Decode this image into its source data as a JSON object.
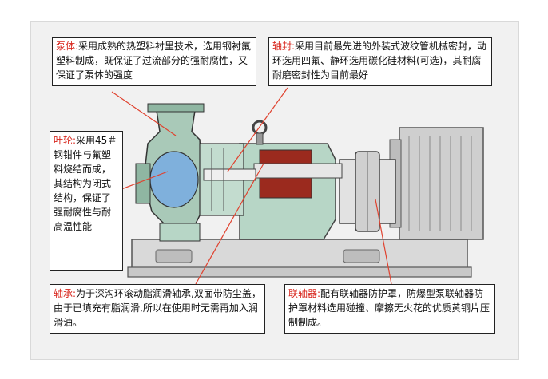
{
  "callouts": {
    "pump_body": {
      "keyword": "泵体:",
      "text": "采用成熟的热塑料衬里技术，选用钢衬氟塑料制成，既保证了过流部分的强耐腐性，又保证了泵体的强度"
    },
    "seal": {
      "keyword": "轴封:",
      "text": "采用目前最先进的外装式波纹管机械密封，动环选用四氟、静环选用碳化硅材料(可选)，其耐腐耐磨密封性为目前最好"
    },
    "impeller": {
      "keyword": "叶轮:",
      "text": "采用45＃钢钳件与氟塑料烧结而成，其结构为闭式结构，保证了强耐腐性与耐高温性能"
    },
    "bearing": {
      "keyword": "轴承:",
      "text": "为于深沟环滚动脂润滑轴承,双面带防尘盖，由于已填充有脂润滑,所以在使用时无需再加入润滑油。"
    },
    "coupling": {
      "keyword": "联轴器:",
      "text": "配有联轴器防护罩，防爆型泵联轴器防护罩材料选用碰撞、摩擦无火花的优质黄铜片压制制成。"
    }
  },
  "colors": {
    "keyword": "#d8261d",
    "leader": "#e0422f",
    "pump_green": "#a9c9b8",
    "bearing_red": "#9b2a1e"
  }
}
